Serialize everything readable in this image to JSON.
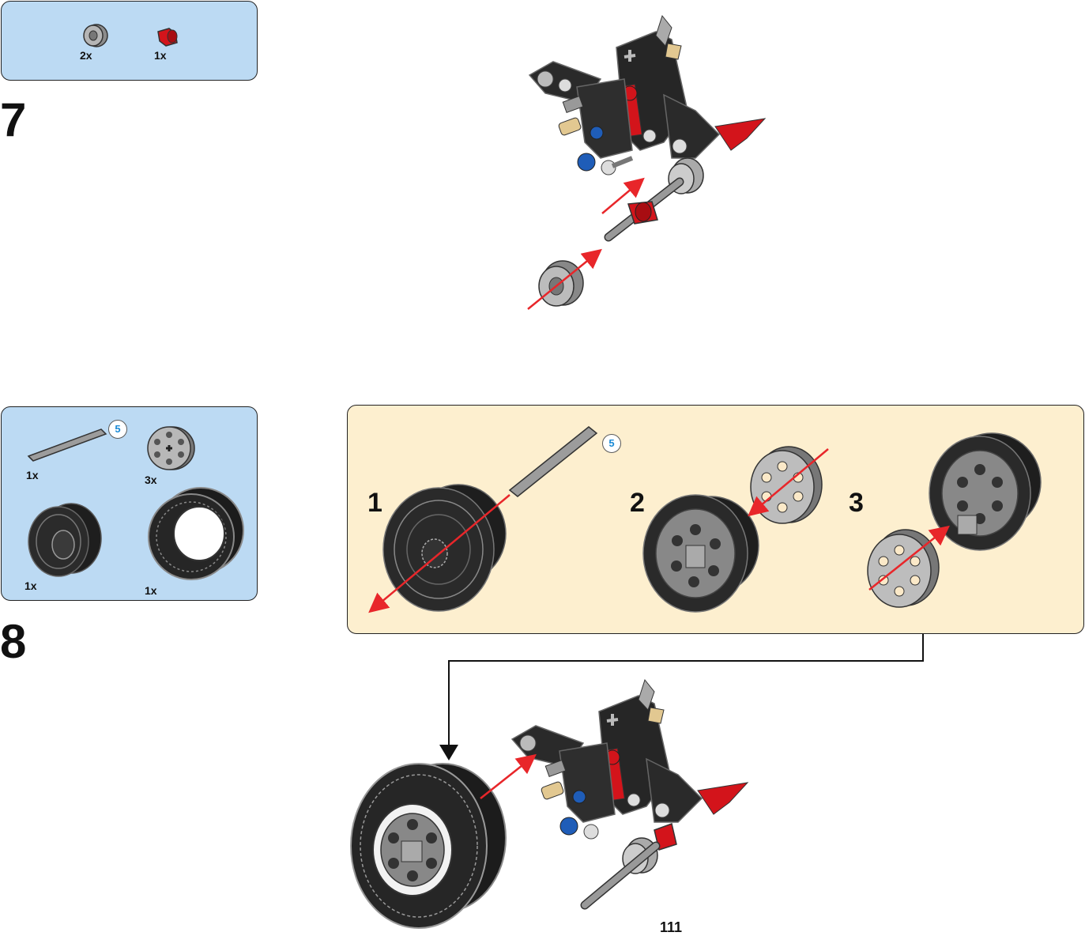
{
  "page": {
    "number": "111"
  },
  "colors": {
    "parts_box_bg": "#bcdaf3",
    "callout_bg": "#fdefcf",
    "arrow": "#e8262a",
    "badge_text": "#1a8ad6"
  },
  "step7": {
    "number": "7",
    "parts": [
      {
        "icon": "gray-bush-icon",
        "qty": "2x"
      },
      {
        "icon": "red-bush-icon",
        "qty": "1x"
      }
    ]
  },
  "step8": {
    "number": "8",
    "parts": [
      {
        "icon": "axle-icon",
        "qty": "1x",
        "length": "5"
      },
      {
        "icon": "hub-disc-icon",
        "qty": "3x"
      },
      {
        "icon": "rim-icon",
        "qty": "1x"
      },
      {
        "icon": "tire-icon",
        "qty": "1x"
      }
    ],
    "callout": {
      "substeps": [
        "1",
        "2",
        "3"
      ],
      "axle_length": "5"
    }
  }
}
